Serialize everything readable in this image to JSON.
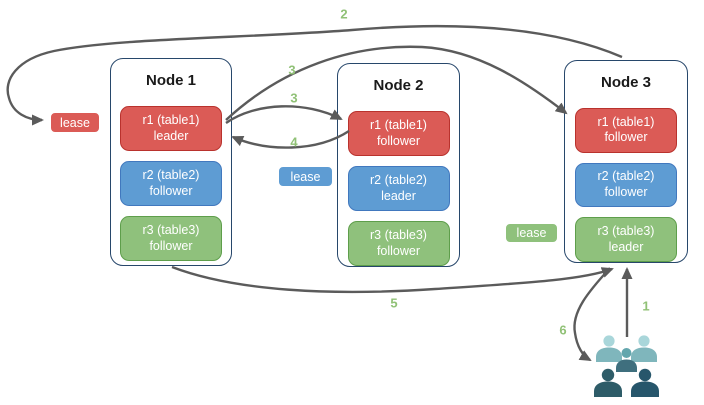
{
  "diagram": {
    "nodes": [
      {
        "title": "Node 1",
        "replicas": [
          {
            "line1": "r1 (table1)",
            "line2": "leader",
            "color": "red"
          },
          {
            "line1": "r2 (table2)",
            "line2": "follower",
            "color": "blue"
          },
          {
            "line1": "r3 (table3)",
            "line2": "follower",
            "color": "green"
          }
        ]
      },
      {
        "title": "Node 2",
        "replicas": [
          {
            "line1": "r1 (table1)",
            "line2": "follower",
            "color": "red"
          },
          {
            "line1": "r2 (table2)",
            "line2": "leader",
            "color": "blue"
          },
          {
            "line1": "r3 (table3)",
            "line2": "follower",
            "color": "green"
          }
        ]
      },
      {
        "title": "Node 3",
        "replicas": [
          {
            "line1": "r1 (table1)",
            "line2": "follower",
            "color": "red"
          },
          {
            "line1": "r2 (table2)",
            "line2": "follower",
            "color": "blue"
          },
          {
            "line1": "r3 (table3)",
            "line2": "leader",
            "color": "green"
          }
        ]
      }
    ],
    "leases": [
      {
        "label": "lease",
        "color": "red"
      },
      {
        "label": "lease",
        "color": "blue"
      },
      {
        "label": "lease",
        "color": "green"
      }
    ],
    "steps": {
      "s1": "1",
      "s2": "2",
      "s3a": "3",
      "s3b": "3",
      "s4": "4",
      "s5": "5",
      "s6": "6"
    },
    "users_icon": "users-group"
  },
  "colors": {
    "red_fill": "#DB5B56",
    "red_border": "#B9322D",
    "blue_fill": "#5E9CD3",
    "blue_border": "#4178BE",
    "green_fill": "#8FC17C",
    "green_border": "#5E9E4B",
    "node_border": "#27476B",
    "arrow": "#5B5B5B",
    "step": "#90C176",
    "users_light": "#A9D6DA",
    "users_light_body": "#7FB6BC",
    "users_mid": "#63A6AD",
    "users_mid_body": "#3F6F7E",
    "users_dark_left": "#2E5C68",
    "users_dark_right": "#27566B"
  }
}
